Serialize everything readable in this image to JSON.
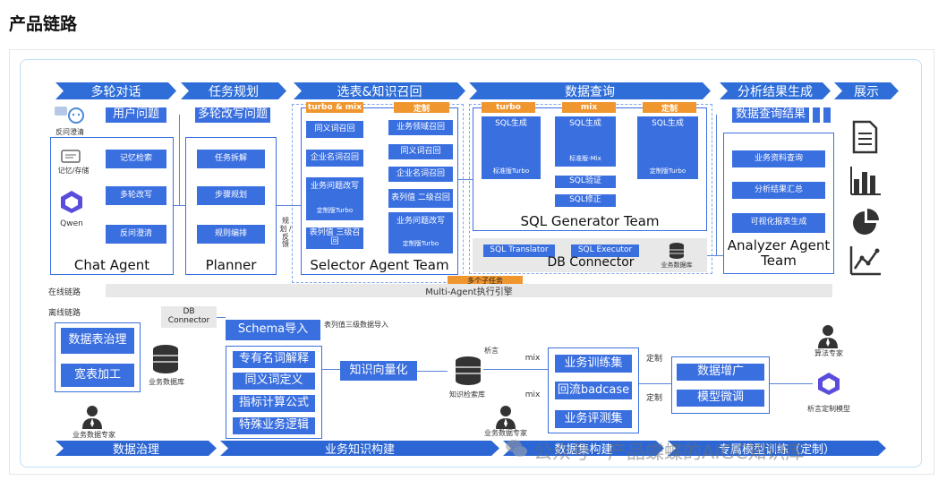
{
  "page": {
    "title": "产品链路"
  },
  "stages_top": [
    "多轮对话",
    "任务规划",
    "选表&知识召回",
    "数据查询",
    "分析结果生成",
    "展示"
  ],
  "stages_bottom": [
    "数据治理",
    "业务知识构建",
    "数据集构建",
    "专属模型训练（定制）"
  ],
  "chat_agent": {
    "user_question": "用户问题",
    "clarify_label": "反问澄清",
    "memory_label": "记忆/存储",
    "qwen_label": "Qwen",
    "modules": [
      "记忆检索",
      "多轮改写",
      "反问澄清"
    ],
    "name": "Chat Agent"
  },
  "planner": {
    "header": "多轮改写问题",
    "modules": [
      "任务拆解",
      "步骤规划",
      "规则编排"
    ],
    "name": "Planner"
  },
  "feedback_label": "规划 / 反馈",
  "selector": {
    "tag_left": "turbo & mix",
    "tag_right": "定制",
    "left_modules": [
      "同义词召回",
      "企业名词召回",
      "业务问题改写",
      "定制版Turbo",
      "表列值 三级召回"
    ],
    "right_modules": [
      "业务领域召回",
      "同义词召回",
      "企业名词召回",
      "表列值 二级召回",
      "业务问题改写",
      "定制版Turbo"
    ],
    "name": "Selector Agent Team",
    "multi_task": "多个子任务"
  },
  "sql_gen": {
    "tags": [
      "turbo",
      "mix",
      "定制"
    ],
    "col1": [
      "SQL生成",
      "标准版Turbo"
    ],
    "col2": [
      "SQL生成",
      "标准版-Mix",
      "SQL验证",
      "SQL修正"
    ],
    "col3": [
      "SQL生成",
      "定制版Turbo"
    ],
    "name": "SQL Generator Team"
  },
  "db_connector": {
    "translator": "SQL Translator",
    "executor": "SQL Executor",
    "db_label": "业务数据库",
    "name": "DB Connector"
  },
  "analyzer": {
    "header": "数据查询结果",
    "modules": [
      "业务资料查询",
      "分析结果汇总",
      "可视化报表生成"
    ],
    "name": "Analyzer Agent Team"
  },
  "online_label": "在线链路",
  "engine_label": "Multi-Agent执行引擎",
  "offline_label": "离线链路",
  "offline": {
    "governance": [
      "数据表治理",
      "宽表加工"
    ],
    "business_db": "业务数据库",
    "expert": "业务数据专家",
    "db_connector": "DB Connector",
    "schema": "Schema导入",
    "table_value_import": "表列值三级数据导入",
    "knowledge": [
      "专有名词解释",
      "同义词定义",
      "指标计算公式",
      "特殊业务逻辑"
    ],
    "vectorize": "知识向量化",
    "kb_label": "知识检索库",
    "xiyan1": "析言",
    "mix1": "mix",
    "mix2": "mix",
    "data_expert": "业务数据专家",
    "datasets": [
      "业务训练集",
      "回流badcase",
      "业务评测集"
    ],
    "custom1": "定制",
    "custom2": "定制",
    "training": [
      "数据增广",
      "模型微调"
    ],
    "algo_expert": "算法专家",
    "xiyan_model": "析言定制模型"
  },
  "watermark": "公众号 · 产品蝶蝶的AIGC知识库"
}
